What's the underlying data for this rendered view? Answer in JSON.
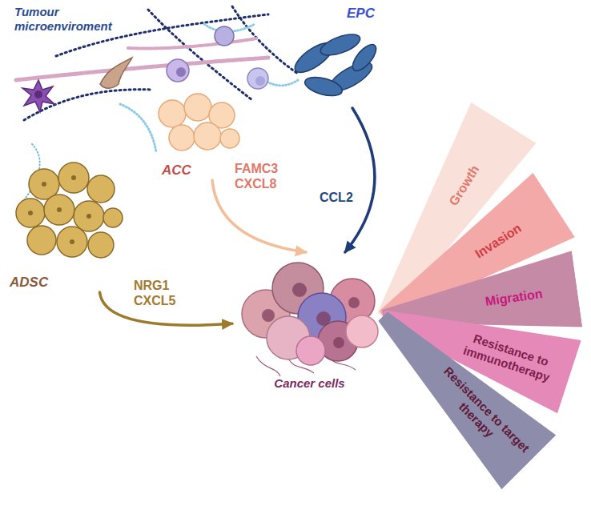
{
  "diagram": {
    "nodes": [
      {
        "text": [
          "ACC"
        ]
      },
      {
        "text": [
          "EPC"
        ]
      },
      {
        "text": [
          "ADSC"
        ]
      },
      {
        "text": [
          "Cancer cells"
        ]
      },
      {
        "text": [
          "Growth"
        ]
      },
      {
        "text": [
          "Invasion"
        ]
      },
      {
        "text": [
          "Migration"
        ]
      },
      {
        "text": [
          "Resistance to immunotherapy"
        ]
      },
      {
        "text": [
          "Resistance to target therapy"
        ]
      }
    ],
    "edges": [
      {
        "from": 0,
        "to": 3,
        "label": "FAMC3 CXCL8",
        "arrow": "to"
      },
      {
        "from": 1,
        "to": 3,
        "label": "CCL2",
        "arrow": "to"
      },
      {
        "from": 2,
        "to": 3,
        "label": "NRG1 CXCL5",
        "arrow": "to"
      }
    ],
    "labels": [
      "Tumour microenviroment"
    ]
  }
}
